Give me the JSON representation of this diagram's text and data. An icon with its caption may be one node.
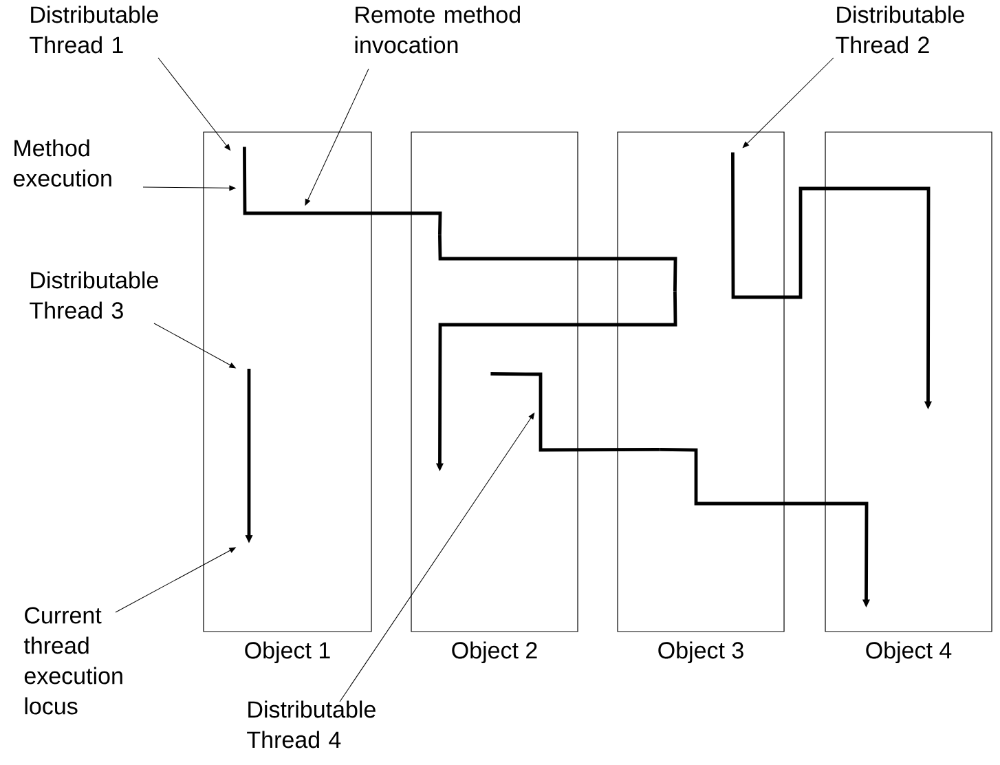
{
  "diagram": {
    "nodes": [
      {
        "text": [
          "Object 1"
        ]
      },
      {
        "text": [
          "Object 2"
        ]
      },
      {
        "text": [
          "Object 3"
        ]
      },
      {
        "text": [
          "Object 4"
        ]
      },
      {
        "text": [
          "Distributable Thread 1"
        ]
      },
      {
        "text": [
          "Remote method invocation"
        ]
      },
      {
        "text": [
          "Method execution"
        ]
      },
      {
        "text": [
          "Distributable Thread 3"
        ]
      },
      {
        "text": [
          "Current thread execution locus"
        ]
      },
      {
        "text": [
          "Distributable Thread 4"
        ]
      },
      {
        "text": [
          "Distributable Thread 2"
        ]
      }
    ],
    "edges": [
      {
        "from": 4,
        "to": 0,
        "arrow": "to"
      },
      {
        "from": 5,
        "to": 0,
        "arrow": "to"
      },
      {
        "from": 6,
        "to": 0,
        "arrow": "to"
      },
      {
        "from": 7,
        "to": 0,
        "arrow": "to"
      },
      {
        "from": 8,
        "to": 0,
        "arrow": "to"
      },
      {
        "from": 9,
        "to": 1,
        "arrow": "to"
      },
      {
        "from": 10,
        "to": 2,
        "arrow": "to"
      },
      {
        "from": 0,
        "to": 1,
        "arrow": "none",
        "style": "thick"
      },
      {
        "from": 1,
        "to": 2,
        "arrow": "none",
        "style": "thick"
      },
      {
        "from": 2,
        "to": 1,
        "arrow": "to",
        "style": "thick"
      },
      {
        "from": 2,
        "to": 3,
        "arrow": "to",
        "style": "thick"
      },
      {
        "from": 1,
        "to": 2,
        "arrow": "none",
        "style": "thick"
      },
      {
        "from": 2,
        "to": 3,
        "arrow": "to",
        "style": "thick"
      }
    ]
  }
}
